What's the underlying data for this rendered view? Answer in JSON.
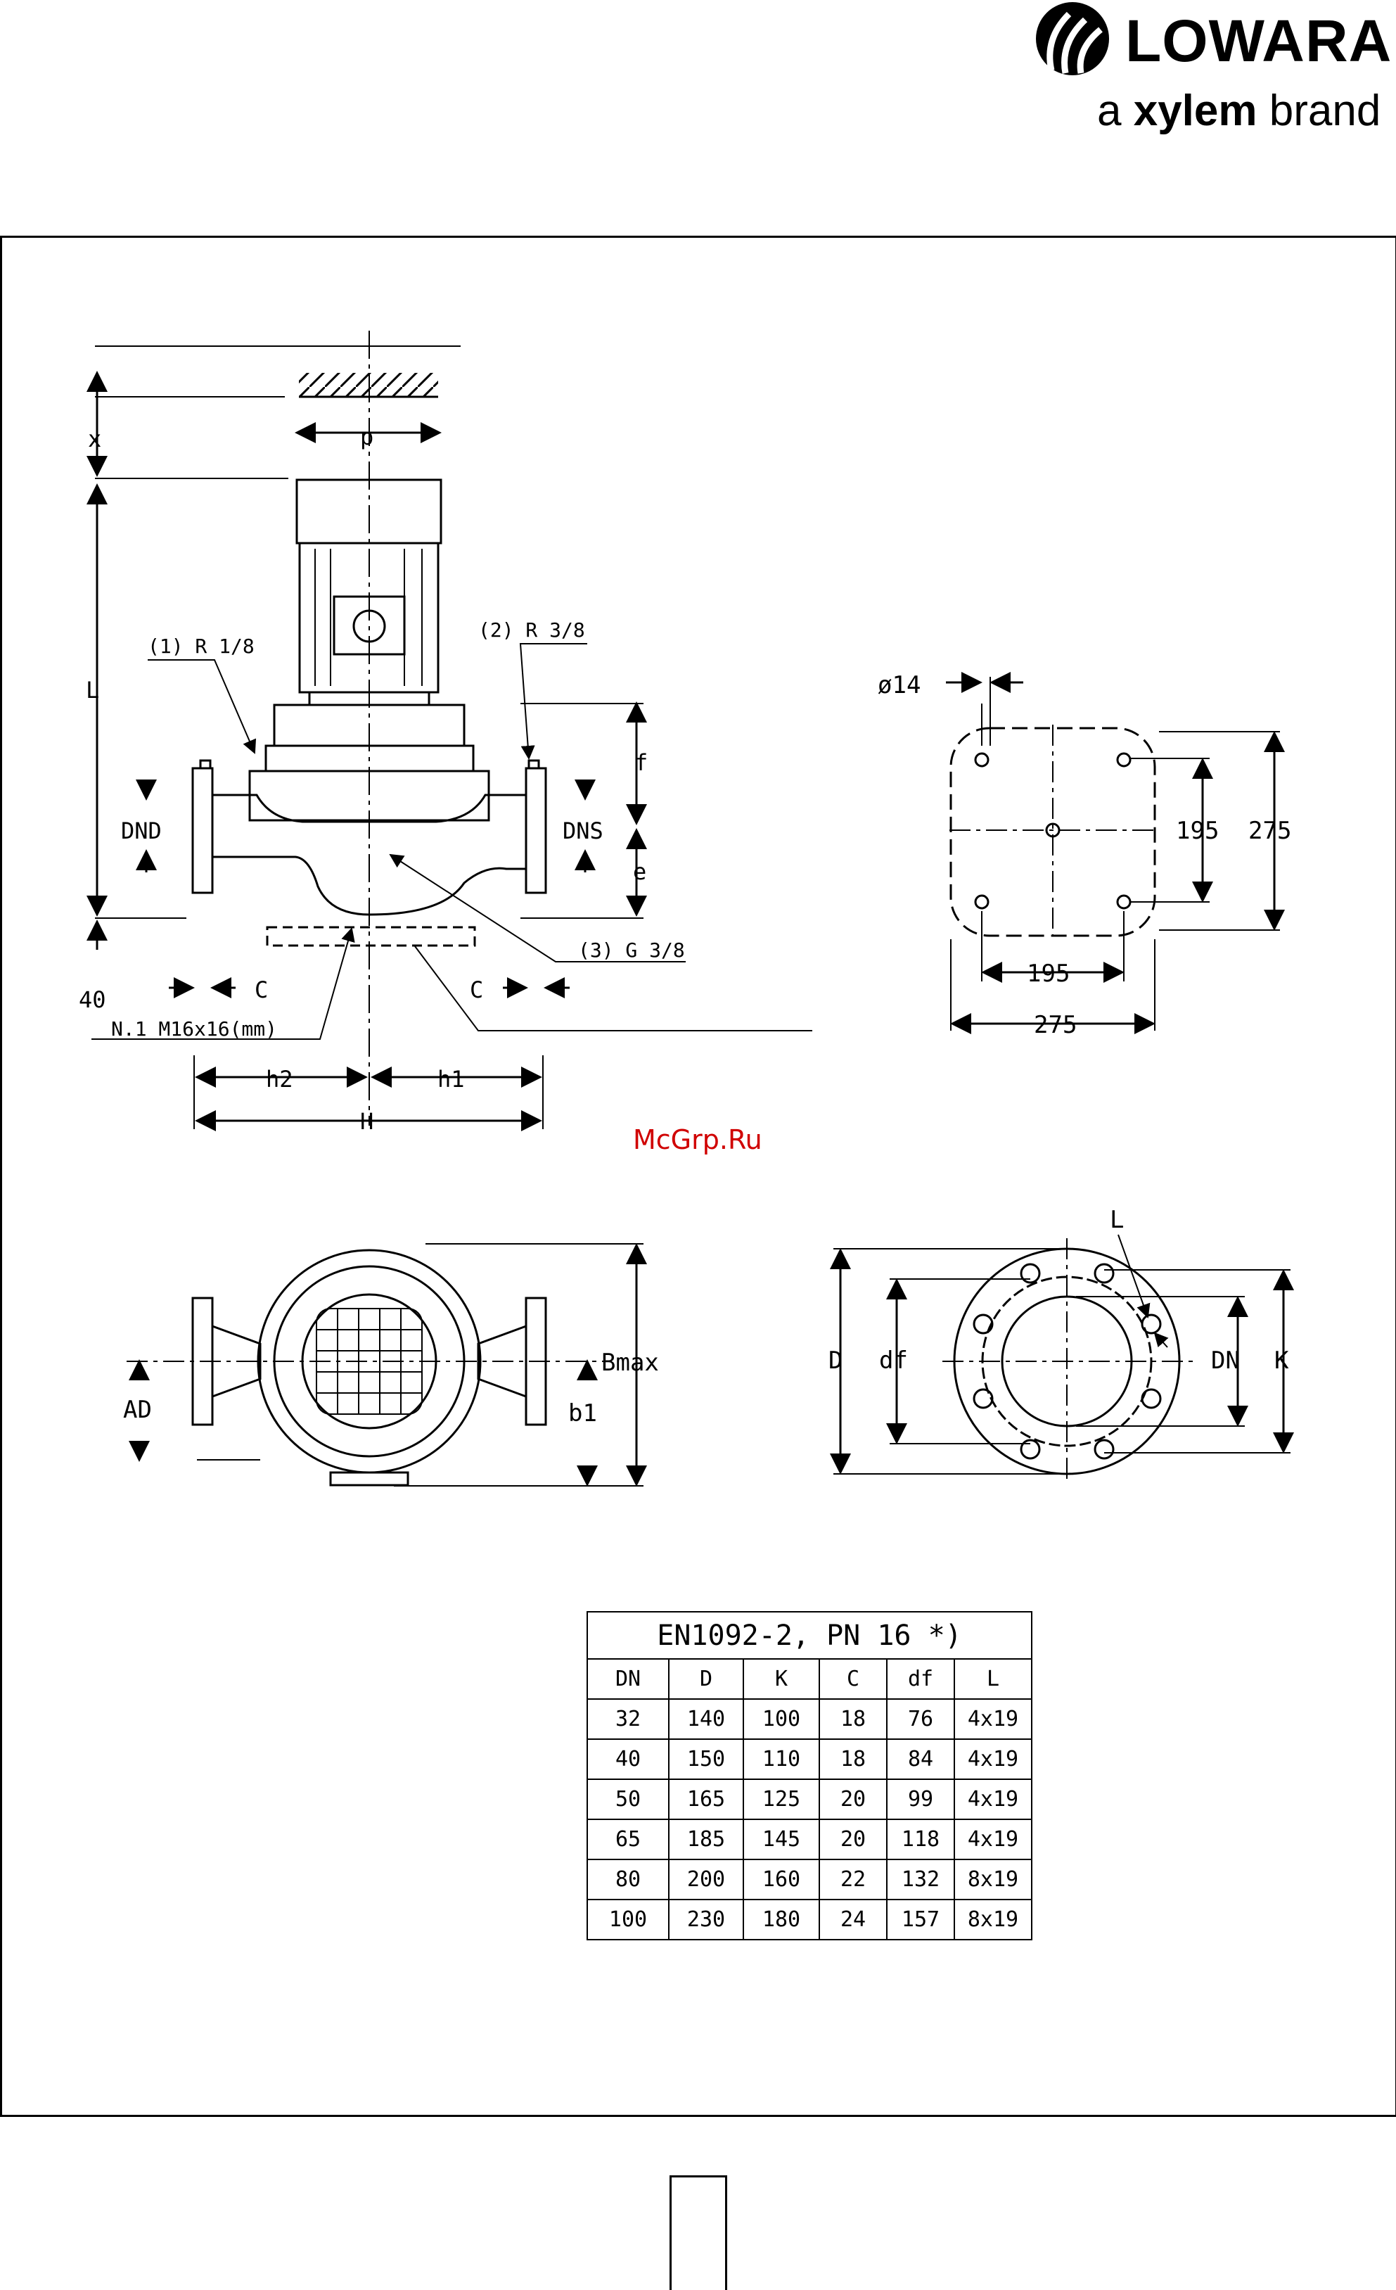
{
  "brand": {
    "name": "LOWARA",
    "tagline_prefix": "a",
    "tagline_bold": "xylem",
    "tagline_suffix": "brand"
  },
  "watermark": "McGrp.Ru",
  "side_view": {
    "labels": {
      "x": "x",
      "p": "p",
      "L": "L",
      "r18": "(1) R 1/8",
      "r38": "(2) R 3/8",
      "g38": "(3) G 3/8",
      "f": "f",
      "e": "e",
      "DND": "DND",
      "DNS": "DNS",
      "c_left": "C",
      "c_right": "C",
      "forty": "40",
      "nut": "N.1 M16x16(mm)",
      "h2": "h2",
      "h1": "h1",
      "H": "H"
    }
  },
  "base_plate": {
    "dia": "ø14",
    "v_inner": "195",
    "v_outer": "275",
    "h_inner": "195",
    "h_outer": "275"
  },
  "top_view": {
    "AD": "AD",
    "Bmax": "Bmax",
    "b1": "b1"
  },
  "flange_view": {
    "L": "L",
    "D": "D",
    "df": "df",
    "DN": "DN",
    "K": "K"
  },
  "flange_table": {
    "title": "EN1092-2, PN 16 *)",
    "headers": [
      "DN",
      "D",
      "K",
      "C",
      "df",
      "L"
    ],
    "rows": [
      [
        "32",
        "140",
        "100",
        "18",
        "76",
        "4x19"
      ],
      [
        "40",
        "150",
        "110",
        "18",
        "84",
        "4x19"
      ],
      [
        "50",
        "165",
        "125",
        "20",
        "99",
        "4x19"
      ],
      [
        "65",
        "185",
        "145",
        "20",
        "118",
        "4x19"
      ],
      [
        "80",
        "200",
        "160",
        "22",
        "132",
        "8x19"
      ],
      [
        "100",
        "230",
        "180",
        "24",
        "157",
        "8x19"
      ]
    ]
  }
}
